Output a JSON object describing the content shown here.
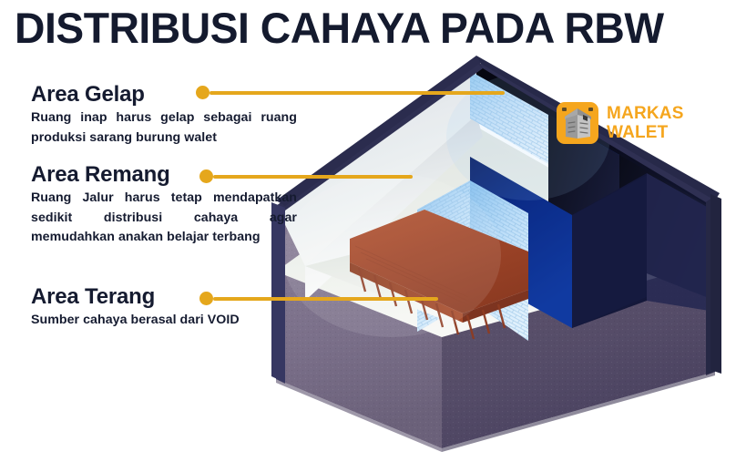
{
  "page": {
    "title": "DISTRIBUSI CAHAYA PADA RBW",
    "background": "#ffffff",
    "title_color": "#141a2e"
  },
  "theme": {
    "accent": "#e5a71c",
    "accent_dark": "#d59a12",
    "text_dark": "#151b30",
    "logo_orange": "#f5a61e",
    "wall_outer_left": "#7b7089",
    "wall_outer_right": "#574e6b",
    "wall_rim": "#2e2f51",
    "interior_light": "#eef1f3",
    "interior_blue_light": "#bcdcf7",
    "interior_blue_deep": "#0b2a86",
    "interior_dark": "#0b0d1e",
    "ramp_brown": "#a1472a",
    "floor_light": "#e9ece9"
  },
  "callouts": [
    {
      "id": "gelap",
      "heading": "Area Gelap",
      "body": "Ruang inap harus gelap sebagai ruang produksi sarang burung walet",
      "justify": true
    },
    {
      "id": "remang",
      "heading": "Area Remang",
      "body": "Ruang Jalur harus tetap mendapatkan sedikit distribusi cahaya agar memudahkan anakan belajar terbang",
      "justify": true
    },
    {
      "id": "terang",
      "heading": "Area Terang",
      "body": "Sumber cahaya berasal dari VOID",
      "justify": false
    }
  ],
  "logo": {
    "line1": "MARKAS",
    "line2": "WALET",
    "icon": "swiftlet-house-icon",
    "color": "#f5a61e"
  },
  "diagram": {
    "name": "isometric-cutaway-rbw-building",
    "description": "Isometric cutaway of a swiftlet bird house showing three light zones",
    "zones": [
      {
        "name": "Area Gelap",
        "label": "dark zone",
        "color": "#0b0d1e"
      },
      {
        "name": "Area Remang",
        "label": "dim zone",
        "color": "#0b2a86"
      },
      {
        "name": "Area Terang",
        "label": "bright zone",
        "color": "#bcdcf7"
      }
    ]
  }
}
